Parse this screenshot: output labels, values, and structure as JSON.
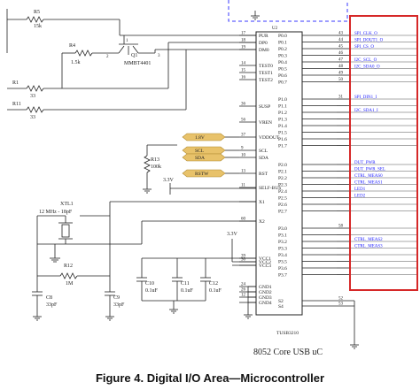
{
  "caption": "Figure 4. Digital I/O Area—Microcontroller",
  "chip": {
    "ref": "U2",
    "part": "TUSB3210",
    "title": "8052 Core USB uC",
    "left_pins": [
      {
        "num": "17",
        "name": "PUR"
      },
      {
        "num": "18",
        "name": "DP0"
      },
      {
        "num": "19",
        "name": "DM0"
      },
      {
        "num": "14",
        "name": "TEST0"
      },
      {
        "num": "15",
        "name": "TEST1"
      },
      {
        "num": "16",
        "name": "TEST2"
      },
      {
        "num": "36",
        "name": "SUSP"
      },
      {
        "num": "56",
        "name": "VREN"
      },
      {
        "num": "37",
        "name": "VDDOUT"
      },
      {
        "num": "9",
        "name": "SCL"
      },
      {
        "num": "10",
        "name": "SDA"
      },
      {
        "num": "13",
        "name": "RST"
      },
      {
        "num": "11",
        "name": "SELF-BUS"
      },
      {
        "num": "",
        "name": "X1"
      },
      {
        "num": "60",
        "name": "X2"
      },
      {
        "num": "39",
        "name": "VCC1"
      },
      {
        "num": "30",
        "name": "VCC2"
      },
      {
        "num": "",
        "name": "VCC3"
      },
      {
        "num": "24",
        "name": "GND1"
      },
      {
        "num": "26",
        "name": "GND2"
      },
      {
        "num": "12",
        "name": "GND3"
      },
      {
        "num": "",
        "name": "GND4"
      }
    ],
    "right_pins": [
      {
        "num": "43",
        "name": "P0.0"
      },
      {
        "num": "44",
        "name": "P0.1"
      },
      {
        "num": "45",
        "name": "P0.2"
      },
      {
        "num": "46",
        "name": "P0.3"
      },
      {
        "num": "47",
        "name": "P0.4"
      },
      {
        "num": "48",
        "name": "P0.5"
      },
      {
        "num": "49",
        "name": "P0.6"
      },
      {
        "num": "50",
        "name": "P0.7"
      },
      {
        "num": "31",
        "name": "P1.0"
      },
      {
        "num": "",
        "name": "P1.1"
      },
      {
        "num": "",
        "name": "P1.2"
      },
      {
        "num": "",
        "name": "P1.3"
      },
      {
        "num": "",
        "name": "P1.4"
      },
      {
        "num": "",
        "name": "P1.5"
      },
      {
        "num": "",
        "name": "P1.6"
      },
      {
        "num": "",
        "name": "P1.7"
      },
      {
        "num": "",
        "name": "P2.0"
      },
      {
        "num": "",
        "name": "P2.1"
      },
      {
        "num": "",
        "name": "P2.2"
      },
      {
        "num": "",
        "name": "P2.3"
      },
      {
        "num": "",
        "name": "P2.4"
      },
      {
        "num": "",
        "name": "P2.5"
      },
      {
        "num": "",
        "name": "P2.6"
      },
      {
        "num": "",
        "name": "P2.7"
      },
      {
        "num": "58",
        "name": "P3.0"
      },
      {
        "num": "",
        "name": "P3.1"
      },
      {
        "num": "",
        "name": "P3.2"
      },
      {
        "num": "",
        "name": "P3.3"
      },
      {
        "num": "",
        "name": "P3.4"
      },
      {
        "num": "",
        "name": "P3.5"
      },
      {
        "num": "",
        "name": "P3.6"
      },
      {
        "num": "",
        "name": "P3.7"
      },
      {
        "num": "52",
        "name": "S2"
      },
      {
        "num": "53",
        "name": "S4"
      }
    ]
  },
  "net_labels": [
    {
      "pin": "P0.0",
      "text": "SPI_CLK_O"
    },
    {
      "pin": "P0.1",
      "text": "SPI_DOUT1_O"
    },
    {
      "pin": "P0.2",
      "text": "SPI_CS_O"
    },
    {
      "pin": "P0.4",
      "text": "I2C_SCL_O"
    },
    {
      "pin": "P0.5",
      "text": "I2C_SDA0_O"
    },
    {
      "pin": "P1.0",
      "text": "SPI_DIN1_I"
    },
    {
      "pin": "P1.2",
      "text": "I2C_SDA1_I"
    },
    {
      "pin": "P2.0",
      "text": "DUT_PWR"
    },
    {
      "pin": "P2.1",
      "text": "DUT_PWR_SEL"
    },
    {
      "pin": "P2.2",
      "text": "CTRL_MEAS0"
    },
    {
      "pin": "P2.3",
      "text": "CTRL_MEAS1"
    },
    {
      "pin": "P2.4",
      "text": "LED1"
    },
    {
      "pin": "P2.5",
      "text": "LED2"
    },
    {
      "pin": "P3.2",
      "text": "CTRL_MEAS2"
    },
    {
      "pin": "P3.3",
      "text": "CTRL_MEAS3"
    }
  ],
  "tags": [
    {
      "text": "1.8V"
    },
    {
      "text": "SCL"
    },
    {
      "text": "SDA"
    },
    {
      "text": "RSTW"
    }
  ],
  "components": {
    "r5": {
      "ref": "R5",
      "value": "15k"
    },
    "r4": {
      "ref": "R4",
      "value": "1.5k"
    },
    "q1": {
      "ref": "Q1",
      "part": "MMBT4401"
    },
    "r1": {
      "ref": "R1",
      "value": "33"
    },
    "r11": {
      "ref": "R11",
      "value": "33"
    },
    "r13": {
      "ref": "R13",
      "value": "100k"
    },
    "v33a": "3.3V",
    "v33b": "3.3V",
    "xtl1": {
      "ref": "XTL1",
      "value": "12 MHz - 18pF"
    },
    "r12": {
      "ref": "R12",
      "value": "1M"
    },
    "c8": {
      "ref": "C8",
      "value": "33pF"
    },
    "c9": {
      "ref": "C9",
      "value": "33pF"
    },
    "c10": {
      "ref": "C10",
      "value": "0.1uF"
    },
    "c11": {
      "ref": "C11",
      "value": "0.1uF"
    },
    "c12": {
      "ref": "C12",
      "value": "0.1uF"
    }
  },
  "q1_pins": {
    "p1": "1",
    "p2": "2",
    "p3": "3"
  },
  "highlight_color": "#d62828",
  "tag_color": "#e8c26a"
}
